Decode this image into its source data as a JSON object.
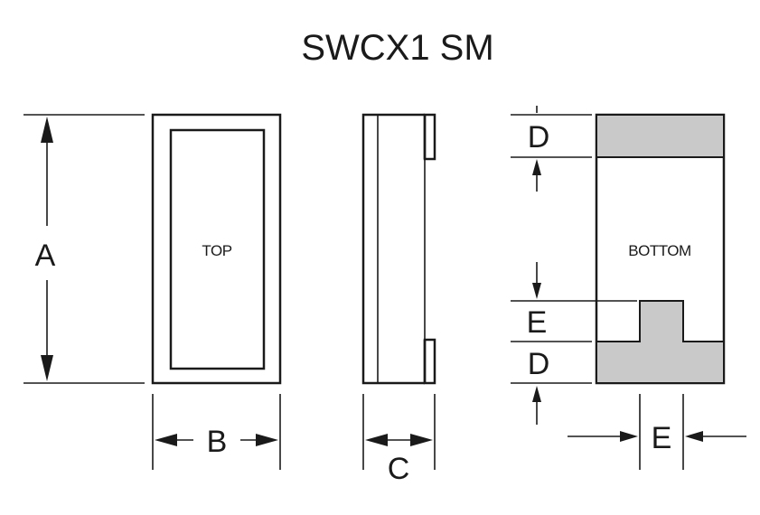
{
  "title": "SWCX1 SM",
  "faces": {
    "top": "TOP",
    "bottom": "BOTTOM"
  },
  "dimensions": {
    "a": "A",
    "b": "B",
    "c": "C",
    "d_top": "D",
    "e_left": "E",
    "d_bottom": "D",
    "e_bottom": "E"
  },
  "colors": {
    "line": "#1a1a1a",
    "pad_fill": "#c9c9c9",
    "background": "#ffffff"
  }
}
